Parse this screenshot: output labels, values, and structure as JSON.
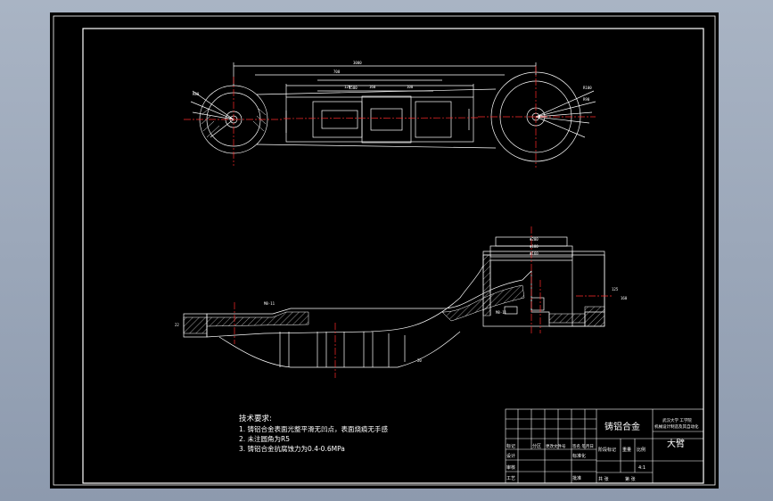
{
  "drawing": {
    "tech_requirements": {
      "heading": "技术要求:",
      "items": [
        "1. 铸铝合金表面光整平滑无凹点，表面烧痕无手感",
        "2. 未注圆角为R5",
        "3. 铸铝合金抗腐蚀力为0.4-0.6MPa"
      ]
    },
    "title_block": {
      "material": "铸铝合金",
      "part_name": "大臂",
      "company_line1": "武汉大学 工学院",
      "company_line2": "机械设计制造及其自动化",
      "label_mark": "标记",
      "label_zone": "分区",
      "label_doc": "更改文件号",
      "label_sign_date": "签名 年月日",
      "label_design": "设计",
      "label_std": "标准化",
      "label_check": "审核",
      "label_process": "工艺",
      "label_approve": "批准",
      "label_stage": "阶段标记",
      "label_weight": "重量",
      "label_scale": "比例",
      "scale_value": "4:1",
      "label_sheet_total": "共 张",
      "label_sheet_no": "第 张"
    },
    "colors": {
      "background": "#000000",
      "line": "#ffffff",
      "center_line": "#ff2a2a",
      "dimension": "#ffffff"
    }
  }
}
